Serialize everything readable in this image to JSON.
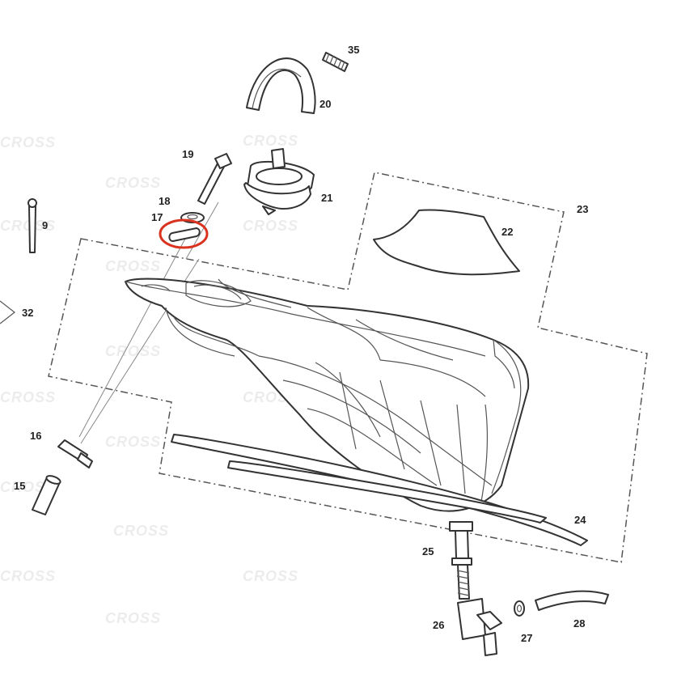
{
  "highlight_color": "#d9331f",
  "watermark": "CROSS",
  "callouts": [
    {
      "id": "p35",
      "label": "35"
    },
    {
      "id": "p20",
      "label": "20"
    },
    {
      "id": "p19",
      "label": "19"
    },
    {
      "id": "p21",
      "label": "21"
    },
    {
      "id": "p18",
      "label": "18"
    },
    {
      "id": "p17",
      "label": "17"
    },
    {
      "id": "p9",
      "label": "9"
    },
    {
      "id": "p23",
      "label": "23"
    },
    {
      "id": "p22",
      "label": "22"
    },
    {
      "id": "p32",
      "label": "32"
    },
    {
      "id": "p16",
      "label": "16"
    },
    {
      "id": "p15",
      "label": "15"
    },
    {
      "id": "p24",
      "label": "24"
    },
    {
      "id": "p25",
      "label": "25"
    },
    {
      "id": "p26",
      "label": "26"
    },
    {
      "id": "p27",
      "label": "27"
    },
    {
      "id": "p28",
      "label": "28"
    }
  ]
}
